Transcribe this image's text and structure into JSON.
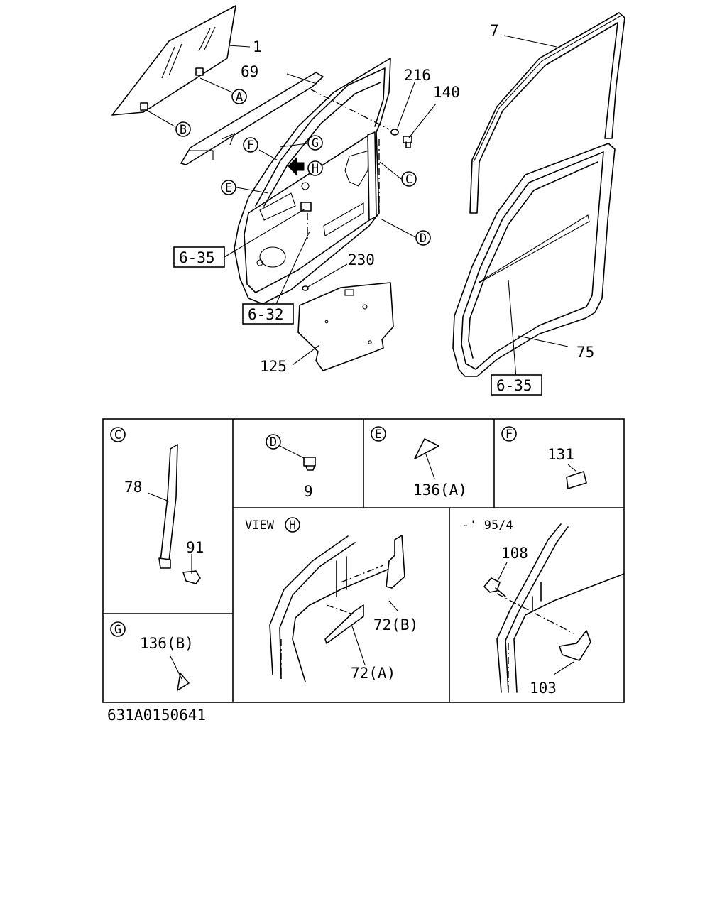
{
  "main": {
    "part_labels": {
      "p1": "1",
      "p69": "69",
      "p216": "216",
      "p140": "140",
      "p7": "7",
      "p230": "230",
      "p125": "125",
      "p75": "75"
    },
    "ref_boxes": {
      "r1": "6-35",
      "r2": "6-32",
      "r3": "6-35"
    },
    "callouts": {
      "A": "A",
      "B": "B",
      "C": "C",
      "D": "D",
      "E": "E",
      "F": "F",
      "G": "G",
      "H": "H"
    }
  },
  "details": {
    "c": {
      "letter": "C",
      "labels": [
        "78",
        "91"
      ]
    },
    "d": {
      "letter": "D",
      "labels": [
        "9"
      ]
    },
    "e": {
      "letter": "E",
      "labels": [
        "136(A)"
      ]
    },
    "f": {
      "letter": "F",
      "labels": [
        "131"
      ]
    },
    "g": {
      "letter": "G",
      "labels": [
        "136(B)"
      ]
    },
    "view_h": {
      "title": "VIEW",
      "letter": "H",
      "labels": [
        "72(B)",
        "72(A)"
      ]
    },
    "old": {
      "title": "-' 95/4",
      "labels": [
        "108",
        "103"
      ]
    }
  },
  "footer": {
    "code": "631A0150641"
  }
}
